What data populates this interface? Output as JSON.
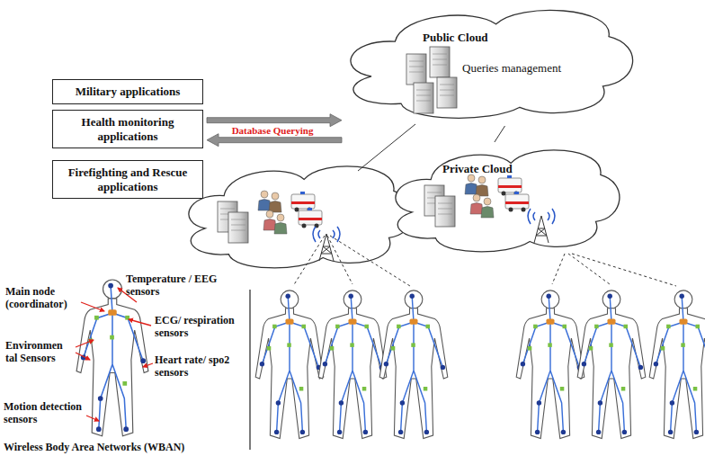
{
  "diagram": {
    "nodes": [
      {
        "text": [
          "Public Cloud",
          "Queries management"
        ]
      },
      {
        "text": [
          "Military applications"
        ]
      },
      {
        "text": [
          "Health monitoring applications"
        ]
      },
      {
        "text": [
          "Firefighting and Rescue applications"
        ]
      },
      {
        "text": [
          "Private Cloud"
        ]
      }
    ],
    "edges": [
      {
        "from": 2,
        "to": 0,
        "arrow": "to",
        "label": "Database Querying"
      },
      {
        "from": 0,
        "to": 2,
        "arrow": "to"
      },
      {
        "from": 0,
        "to": 4,
        "arrow": "none"
      }
    ],
    "labels": [
      "Main node (coordinator)",
      "Temperature / EEG sensors",
      "ECG/ respiration sensors",
      "Environmen tal Sensors",
      "Heart rate/ spo2 sensors",
      "Motion detection sensors",
      "Wireless Body Area Networks (WBAN)"
    ]
  }
}
